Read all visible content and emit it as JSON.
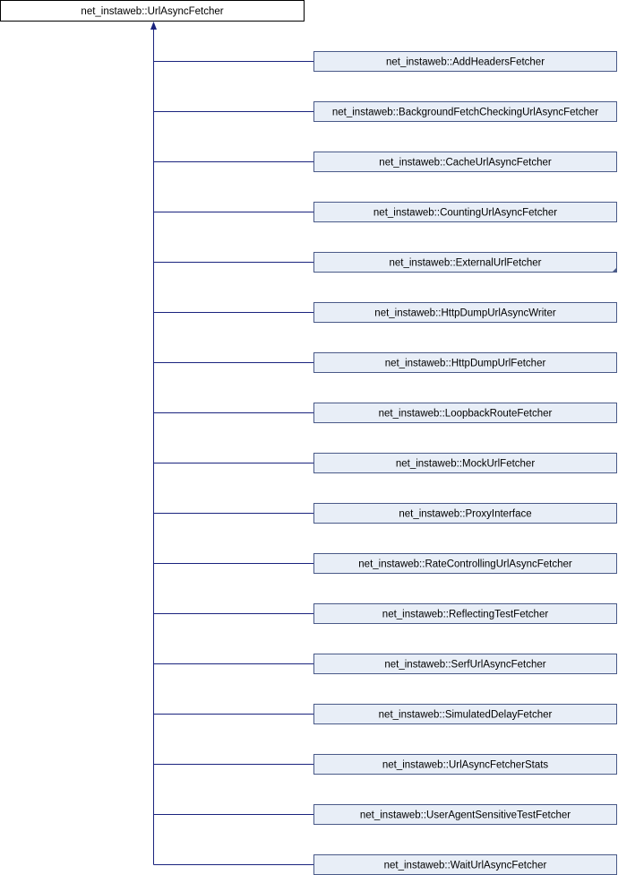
{
  "base_class": {
    "label": "net_instaweb::UrlAsyncFetcher"
  },
  "derived_classes": [
    {
      "label": "net_instaweb::AddHeadersFetcher",
      "has_more_marker": false
    },
    {
      "label": "net_instaweb::BackgroundFetchCheckingUrlAsyncFetcher",
      "has_more_marker": false
    },
    {
      "label": "net_instaweb::CacheUrlAsyncFetcher",
      "has_more_marker": false
    },
    {
      "label": "net_instaweb::CountingUrlAsyncFetcher",
      "has_more_marker": false
    },
    {
      "label": "net_instaweb::ExternalUrlFetcher",
      "has_more_marker": true
    },
    {
      "label": "net_instaweb::HttpDumpUrlAsyncWriter",
      "has_more_marker": false
    },
    {
      "label": "net_instaweb::HttpDumpUrlFetcher",
      "has_more_marker": false
    },
    {
      "label": "net_instaweb::LoopbackRouteFetcher",
      "has_more_marker": false
    },
    {
      "label": "net_instaweb::MockUrlFetcher",
      "has_more_marker": false
    },
    {
      "label": "net_instaweb::ProxyInterface",
      "has_more_marker": false
    },
    {
      "label": "net_instaweb::RateControllingUrlAsyncFetcher",
      "has_more_marker": false
    },
    {
      "label": "net_instaweb::ReflectingTestFetcher",
      "has_more_marker": false
    },
    {
      "label": "net_instaweb::SerfUrlAsyncFetcher",
      "has_more_marker": false
    },
    {
      "label": "net_instaweb::SimulatedDelayFetcher",
      "has_more_marker": false
    },
    {
      "label": "net_instaweb::UrlAsyncFetcherStats",
      "has_more_marker": false
    },
    {
      "label": "net_instaweb::UserAgentSensitiveTestFetcher",
      "has_more_marker": false
    },
    {
      "label": "net_instaweb::WaitUrlAsyncFetcher",
      "has_more_marker": false
    }
  ],
  "colors": {
    "edge": "#1a237e",
    "derived_fill": "#e8eef7",
    "derived_border": "#4a5a88",
    "base_fill": "#ffffff",
    "base_border": "#000000"
  }
}
